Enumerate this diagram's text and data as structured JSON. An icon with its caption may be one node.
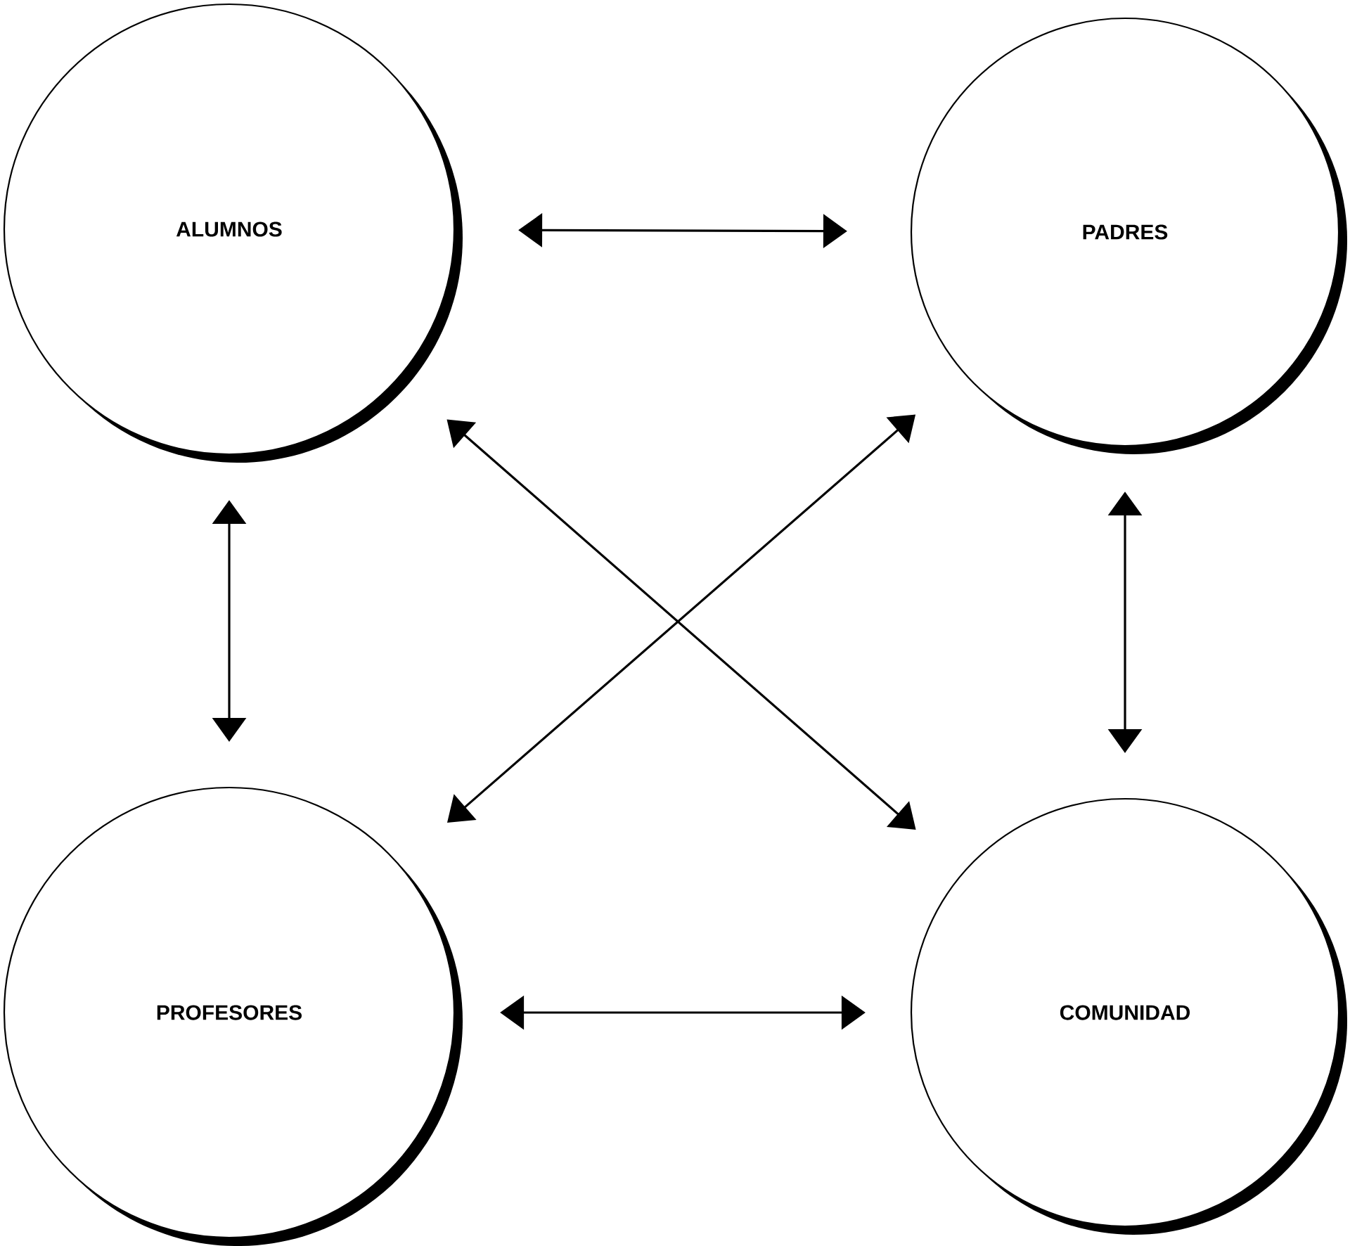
{
  "diagram": {
    "nodes": [
      {
        "text": [
          "ALUMNOS"
        ]
      },
      {
        "text": [
          "PADRES"
        ]
      },
      {
        "text": [
          "PROFESORES"
        ]
      },
      {
        "text": [
          "COMUNIDAD"
        ]
      }
    ],
    "edges": [
      {
        "from": 0,
        "to": 1,
        "arrow": "both"
      },
      {
        "from": 0,
        "to": 2,
        "arrow": "both"
      },
      {
        "from": 0,
        "to": 3,
        "arrow": "both"
      },
      {
        "from": 1,
        "to": 2,
        "arrow": "both"
      },
      {
        "from": 1,
        "to": 3,
        "arrow": "both"
      },
      {
        "from": 2,
        "to": 3,
        "arrow": "both"
      }
    ]
  }
}
